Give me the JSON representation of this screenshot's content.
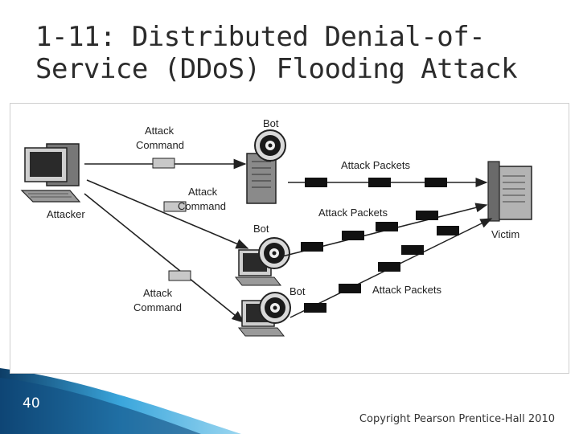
{
  "slide": {
    "title": "1-11: Distributed Denial-of-\nService (DDoS) Flooding Attack",
    "page_number": "40",
    "copyright": "Copyright Pearson Prentice-Hall 2010"
  },
  "diagram": {
    "attacker_label": "Attacker",
    "victim_label": "Victim",
    "bot_label": "Bot",
    "command_label_top": "Attack",
    "command_label_bottom": "Command",
    "packets_label": "Attack Packets"
  },
  "colors": {
    "accent": "#1f7fbf",
    "corner_dark": "#0d3d66",
    "corner_light": "#6fc3ea",
    "packet": "#111111",
    "command_box": "#c8c8c8"
  }
}
